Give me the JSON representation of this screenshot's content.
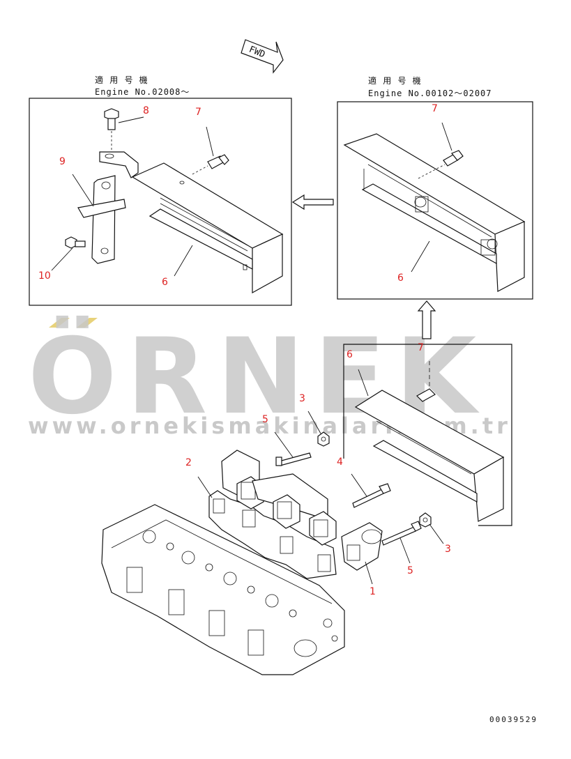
{
  "fwd_label": "FWD",
  "left_box": {
    "header_jp": "適 用 号 機",
    "header_engine": "Engine No.02008～"
  },
  "right_box": {
    "header_jp": "適 用 号 機",
    "header_engine": "Engine No.00102～02007"
  },
  "callouts": {
    "left_8": "8",
    "left_7": "7",
    "left_9": "9",
    "left_10": "10",
    "left_6": "6",
    "right_7": "7",
    "right_6": "6",
    "main_7": "7",
    "main_6": "6",
    "main_3a": "3",
    "main_5a": "5",
    "main_2": "2",
    "main_4": "4",
    "main_3b": "3",
    "main_5b": "5",
    "main_1": "1"
  },
  "watermark": {
    "brand": "ÖRNEK",
    "url": "www.ornekismakinalari.com.tr",
    "accent_color": "#e8d27a"
  },
  "doc_number": "00039529"
}
